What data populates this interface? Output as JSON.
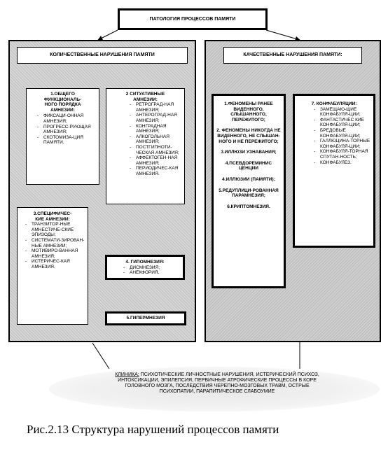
{
  "top_title": "ПАТОЛОГИЯ ПРОЦЕССОВ ПАМЯТИ",
  "quantitative": {
    "header": "КОЛИЧЕСТВЕННЫЕ НАРУШЕНИЯ ПАМЯТИ",
    "box1": {
      "title": [
        "1.ОБЩЕГО",
        "ФУНКЦИОНАЛЬ-",
        "НОГО ПОРЯДКА",
        "АМНЕЗИИ:"
      ],
      "items": [
        "ФИКСАЦИ-ОННАЯ АМНЕЗИЯ;",
        "ПРОГРЕСС-РУЮЩАЯ АМНЕЗИЯ;",
        "СКОТОМИЗА-ЦИЯ ПАМЯТИ."
      ]
    },
    "box2": {
      "title": [
        "2 СИТУАТИВНЫЕ",
        "АМНЕЗИИ:"
      ],
      "items": [
        "РЕТРОГРАД-НАЯ АМНЕЗИЯ;",
        "АНТЕРОГРАД-НАЯ АМНЕЗИЯ;",
        "КОНГРАДНАЯ АМНЕЗИЯ;",
        "АЛКОГОЛЬНАЯ АМНЕЗИЯ;",
        "ПОСТГИПНОТИ-ЧЕСКАЯ АМНЕЗИЯ;",
        "АФФЕКТОГЕН-НАЯ АМНЕЗИЯ;",
        "ПЕРИОДИЧЕС-КАЯ АМНЕЗИЯ."
      ]
    },
    "box3": {
      "title": [
        "3.СПЕЦИФИЧЕС-",
        "КИЕ АМНЕЗИИ:"
      ],
      "items": [
        "ТРАНЗИТОР-НЫЕ АМНЕСТИЧЕ-СКИЕ ЭПИЗОДЫ;",
        "СИСТЕМАТИ-ЗИРОВАН-НЫЕ АМНЕЗИИ;",
        "МОТИВИРО-ВАННАЯ АМНЕЗИЯ;",
        "ИСТЕРИЧЕС-КАЯ АМНЕЗИЯ."
      ]
    },
    "box4": {
      "title": "4. ГИПОМНЕЗИЯ:",
      "items": [
        "ДИСМНЕЗИЯ;",
        "АНЕКФОРИЯ."
      ]
    },
    "box5": {
      "title": "5.ГИПЕРМНЕЗИЯ"
    }
  },
  "qualitative": {
    "header": "КАЧЕСТВЕННЫЕ НАРУШЕНИЯ ПАМЯТИ:",
    "box6": [
      "1.ФЕНОМЕНЫ РАНЕЕ ВИДЕННОГО, СЛЫШАННОГО, ПЕРЕЖИТОГО;",
      "2. ФЕНОМЕНЫ НИКОГДА НЕ ВИДЕННОГО, НЕ СЛЫШАН-НОГО И НЕ ПЕРЕЖИТОГО;",
      "3.ИЛЛЮЗИ УЗНАВАНИЯ;",
      "4.ПСЕВДОРЕМИНИС ЦЕНЦИИ",
      "4.ИЛЛЮЗИИ (ПАМЯТИ);",
      "5.РЕДУПЛИЦИ-РОВАННАЯ ПАРАМНЕЗИЯ;",
      "6.КРИПТОМНЕЗИЯ."
    ],
    "box7": {
      "title": "7. КОНФАБУЛЯЦИИ:",
      "items": [
        "ЗАМЕЩАЮ-ЩИЕ КОНФАБУЛЯ-ЦИИ;",
        "ФАНТАСТИЧЕС КИЕ КОНФАБУЛЯ-ЦИИ;",
        "БРЕДОВЫЕ КОНФАБУЛЯ-ЦИИ;",
        "ГАЛЛЮЦИНА-ТОРНЫЕ КОНФАБУЛЯ-ЦИИ;",
        "КОНФАБУЛЯ-ТОРНАЯ СПУТАН-НОСТЬ;",
        "КОНФАБУЛЕЗ."
      ]
    }
  },
  "clinic": {
    "label": "КЛИНИКА:",
    "text": "ПСИХОТИЧЕСКИЕ ЛИЧНОСТНЫЕ НАРУШЕНИЯ, ИСТЕРИЧЕСКИЙ ПСИХОЗ, ИНТОКСИКАЦИИ, ЭПИЛЕПСИЯ, ПЕРВИЧНЫЕ АТРОФИЧЕСКИЕ ПРОЦЕССЫ В КОРЕ ГОЛОВНОГО МОЗГА, ПОСЛЕДСТВИЯ ЧЕРЕПНО-МОЗГОВЫХ ТРАВМ, ОСТРЫЕ ПСИХОПАТИИ, ПАРАПИТИЧЕСКОЕ СЛАБОУМИЕ"
  },
  "caption": "Рис.2.13 Структура нарушений процессов памяти"
}
